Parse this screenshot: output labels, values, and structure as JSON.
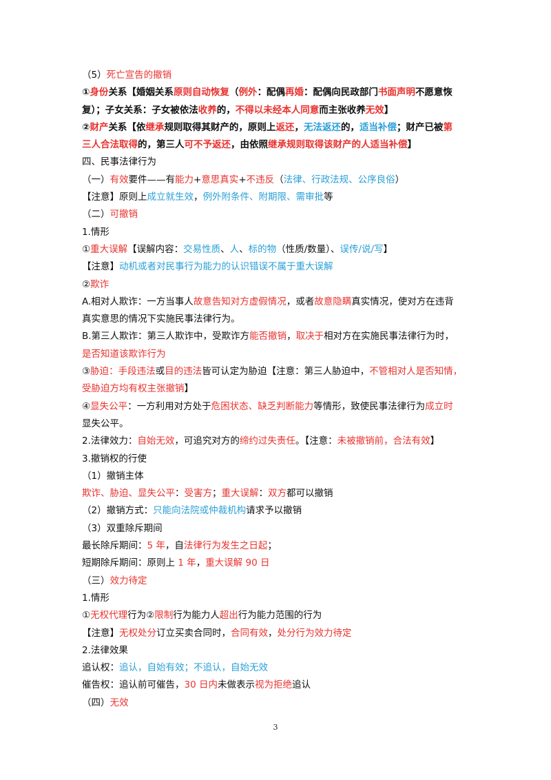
{
  "colors": {
    "red": "#e8332f",
    "blue": "#2a9fd6",
    "black": "#111111"
  },
  "page_number": "3",
  "lines": [
    {
      "bold": false,
      "segs": [
        [
          "k",
          "（5）"
        ],
        [
          "r",
          "死亡宣告的撤销"
        ]
      ]
    },
    {
      "bold": true,
      "segs": [
        [
          "k",
          "①"
        ],
        [
          "r",
          "身份"
        ],
        [
          "k",
          "关系【婚姻关系"
        ],
        [
          "r",
          "原则自动恢复"
        ],
        [
          "k",
          "（"
        ],
        [
          "r",
          "例外"
        ],
        [
          "k",
          "：配偶"
        ],
        [
          "r",
          "再婚"
        ],
        [
          "k",
          "：配偶向民政部门"
        ],
        [
          "r",
          "书面声明"
        ],
        [
          "k",
          "不愿意恢"
        ]
      ]
    },
    {
      "bold": true,
      "segs": [
        [
          "k",
          "复）；子女关系：子女被依法"
        ],
        [
          "r",
          "收养"
        ],
        [
          "k",
          "的，"
        ],
        [
          "r",
          "不得以未经本人同意"
        ],
        [
          "k",
          "而主张收养"
        ],
        [
          "r",
          "无效"
        ],
        [
          "k",
          "】"
        ]
      ]
    },
    {
      "bold": true,
      "segs": [
        [
          "k",
          "②"
        ],
        [
          "r",
          "财产"
        ],
        [
          "k",
          "关系【依"
        ],
        [
          "r",
          "继承"
        ],
        [
          "k",
          "规则取得其财产的，原则上"
        ],
        [
          "r",
          "返还"
        ],
        [
          "k",
          "，"
        ],
        [
          "b",
          "无法返还"
        ],
        [
          "k",
          "的，"
        ],
        [
          "b",
          "适当补偿"
        ],
        [
          "k",
          "；财产已被"
        ],
        [
          "r",
          "第"
        ]
      ]
    },
    {
      "bold": true,
      "segs": [
        [
          "r",
          "三人合法取得"
        ],
        [
          "k",
          "的，第三人"
        ],
        [
          "r",
          "可不予返还"
        ],
        [
          "k",
          "，由依照"
        ],
        [
          "r",
          "继承规则取得该财产的人适当补偿"
        ],
        [
          "k",
          "】"
        ]
      ]
    },
    {
      "bold": false,
      "segs": [
        [
          "k",
          "四、民事法律行为"
        ]
      ]
    },
    {
      "bold": false,
      "segs": [
        [
          "k",
          "（一）"
        ],
        [
          "r",
          "有效"
        ],
        [
          "k",
          "要件——有"
        ],
        [
          "r",
          "能力"
        ],
        [
          "k",
          "+"
        ],
        [
          "r",
          "意思真实"
        ],
        [
          "k",
          "+"
        ],
        [
          "r",
          "不违反"
        ],
        [
          "k",
          "（"
        ],
        [
          "b",
          "法律、行政法规、公序良俗"
        ],
        [
          "k",
          "）"
        ]
      ]
    },
    {
      "bold": false,
      "segs": [
        [
          "k",
          "【注意】原则上"
        ],
        [
          "b",
          "成立就生效"
        ],
        [
          "k",
          "，"
        ],
        [
          "b",
          "例外附条件、附期限、需审批"
        ],
        [
          "k",
          "等"
        ]
      ]
    },
    {
      "bold": false,
      "segs": [
        [
          "k",
          "（二）"
        ],
        [
          "r",
          "可撤销"
        ]
      ]
    },
    {
      "bold": false,
      "segs": [
        [
          "k",
          "1.情形"
        ]
      ]
    },
    {
      "bold": false,
      "segs": [
        [
          "k",
          "①"
        ],
        [
          "r",
          "重大误解"
        ],
        [
          "k",
          "【误解内容："
        ],
        [
          "b",
          "交易性质"
        ],
        [
          "k",
          "、"
        ],
        [
          "b",
          "人"
        ],
        [
          "k",
          "、"
        ],
        [
          "b",
          "标的物"
        ],
        [
          "k",
          "（性质/数量）、"
        ],
        [
          "b",
          "误传/说/写"
        ],
        [
          "k",
          "】"
        ]
      ]
    },
    {
      "bold": false,
      "segs": [
        [
          "k",
          "【注意】"
        ],
        [
          "b",
          "动机或者对民事行为能力的认识错误不属于重大误解"
        ]
      ]
    },
    {
      "bold": false,
      "segs": [
        [
          "k",
          "②"
        ],
        [
          "r",
          "欺诈"
        ]
      ]
    },
    {
      "bold": false,
      "segs": [
        [
          "k",
          "A.相对人欺诈：一方当事人"
        ],
        [
          "r",
          "故意告知对方虚假情况"
        ],
        [
          "k",
          "，或者"
        ],
        [
          "r",
          "故意隐瞒"
        ],
        [
          "k",
          "真实情况，使对方在违背"
        ]
      ]
    },
    {
      "bold": false,
      "segs": [
        [
          "k",
          "真实意思的情况下实施民事法律行为。"
        ]
      ]
    },
    {
      "bold": false,
      "segs": [
        [
          "k",
          "B.第三人欺诈：第三人欺诈中，受欺诈方"
        ],
        [
          "r",
          "能否撤销"
        ],
        [
          "k",
          "，"
        ],
        [
          "r",
          "取决于"
        ],
        [
          "k",
          "相对方在实施民事法律行为时，"
        ]
      ]
    },
    {
      "bold": false,
      "segs": [
        [
          "r",
          "是否知道该欺诈行为"
        ]
      ]
    },
    {
      "bold": false,
      "segs": [
        [
          "k",
          "③"
        ],
        [
          "r",
          "胁迫：手段违法"
        ],
        [
          "k",
          "或"
        ],
        [
          "r",
          "目的违法"
        ],
        [
          "k",
          "皆可认定为胁迫【注意：第三人胁迫中，"
        ],
        [
          "r",
          "不管相对人是否知情，"
        ]
      ]
    },
    {
      "bold": false,
      "segs": [
        [
          "r",
          "受胁迫方均有权主张撤销"
        ],
        [
          "k",
          "】"
        ]
      ]
    },
    {
      "bold": false,
      "segs": [
        [
          "k",
          "④"
        ],
        [
          "r",
          "显失公平"
        ],
        [
          "k",
          "：一方利用对方处于"
        ],
        [
          "r",
          "危困状态、缺乏判断能力"
        ],
        [
          "k",
          "等情形，致使民事法律行为"
        ],
        [
          "r",
          "成立时"
        ]
      ]
    },
    {
      "bold": false,
      "segs": [
        [
          "k",
          "显失公平。"
        ]
      ]
    },
    {
      "bold": false,
      "segs": [
        [
          "k",
          "2.法律效力："
        ],
        [
          "r",
          "自始无效"
        ],
        [
          "k",
          "，可追究对方的"
        ],
        [
          "r",
          "缔约过失责任"
        ],
        [
          "k",
          "。【注意："
        ],
        [
          "r",
          "未被撤销前，合法有效"
        ],
        [
          "k",
          "】"
        ]
      ]
    },
    {
      "bold": false,
      "segs": [
        [
          "k",
          "3.撤销权的行使"
        ]
      ]
    },
    {
      "bold": false,
      "segs": [
        [
          "k",
          "（1）撤销主体"
        ]
      ]
    },
    {
      "bold": false,
      "segs": [
        [
          "r",
          "欺诈、胁迫、显失公平"
        ],
        [
          "k",
          "："
        ],
        [
          "r",
          "受害方"
        ],
        [
          "k",
          "；"
        ],
        [
          "r",
          "重大误解"
        ],
        [
          "k",
          "："
        ],
        [
          "r",
          "双方"
        ],
        [
          "k",
          "都可以撤销"
        ]
      ]
    },
    {
      "bold": false,
      "segs": [
        [
          "k",
          "（2）撤销方式："
        ],
        [
          "b",
          "只能向法院或仲裁机构"
        ],
        [
          "k",
          "请求予以撤销"
        ]
      ]
    },
    {
      "bold": false,
      "segs": [
        [
          "k",
          "（3）双重除斥期间"
        ]
      ]
    },
    {
      "bold": false,
      "segs": [
        [
          "k",
          "最长除斥期间："
        ],
        [
          "r",
          "5 年"
        ],
        [
          "k",
          "，自"
        ],
        [
          "r",
          "法律行为发生之日起"
        ],
        [
          "k",
          "；"
        ]
      ]
    },
    {
      "bold": false,
      "segs": [
        [
          "k",
          "短期除斥期间：原则上 "
        ],
        [
          "r",
          "1 年"
        ],
        [
          "k",
          "，"
        ],
        [
          "r",
          "重大误解 90 日"
        ]
      ]
    },
    {
      "bold": false,
      "segs": [
        [
          "k",
          "（三）"
        ],
        [
          "r",
          "效力待定"
        ]
      ]
    },
    {
      "bold": false,
      "segs": [
        [
          "k",
          "1.情形"
        ]
      ]
    },
    {
      "bold": false,
      "segs": [
        [
          "k",
          "①"
        ],
        [
          "r",
          "无权代理"
        ],
        [
          "k",
          "行为②"
        ],
        [
          "r",
          "限制"
        ],
        [
          "k",
          "行为能力人"
        ],
        [
          "r",
          "超出"
        ],
        [
          "k",
          "行为能力范围的行为"
        ]
      ]
    },
    {
      "bold": false,
      "segs": [
        [
          "k",
          "【注意】"
        ],
        [
          "r",
          "无权处分"
        ],
        [
          "k",
          "订立买卖合同时，"
        ],
        [
          "r",
          "合同有效"
        ],
        [
          "k",
          "，"
        ],
        [
          "r",
          "处分行为效力待定"
        ]
      ]
    },
    {
      "bold": false,
      "segs": [
        [
          "k",
          "2.法律效果"
        ]
      ]
    },
    {
      "bold": false,
      "segs": [
        [
          "k",
          "追认权："
        ],
        [
          "b",
          "追认，自始有效；不追认，自始无效"
        ]
      ]
    },
    {
      "bold": false,
      "segs": [
        [
          "k",
          "催告权：追认前可催告，"
        ],
        [
          "r",
          "30 日内"
        ],
        [
          "k",
          "未做表示"
        ],
        [
          "r",
          "视为拒绝"
        ],
        [
          "k",
          "追认"
        ]
      ]
    },
    {
      "bold": false,
      "segs": [
        [
          "k",
          "（四）"
        ],
        [
          "r",
          "无效"
        ]
      ]
    }
  ]
}
